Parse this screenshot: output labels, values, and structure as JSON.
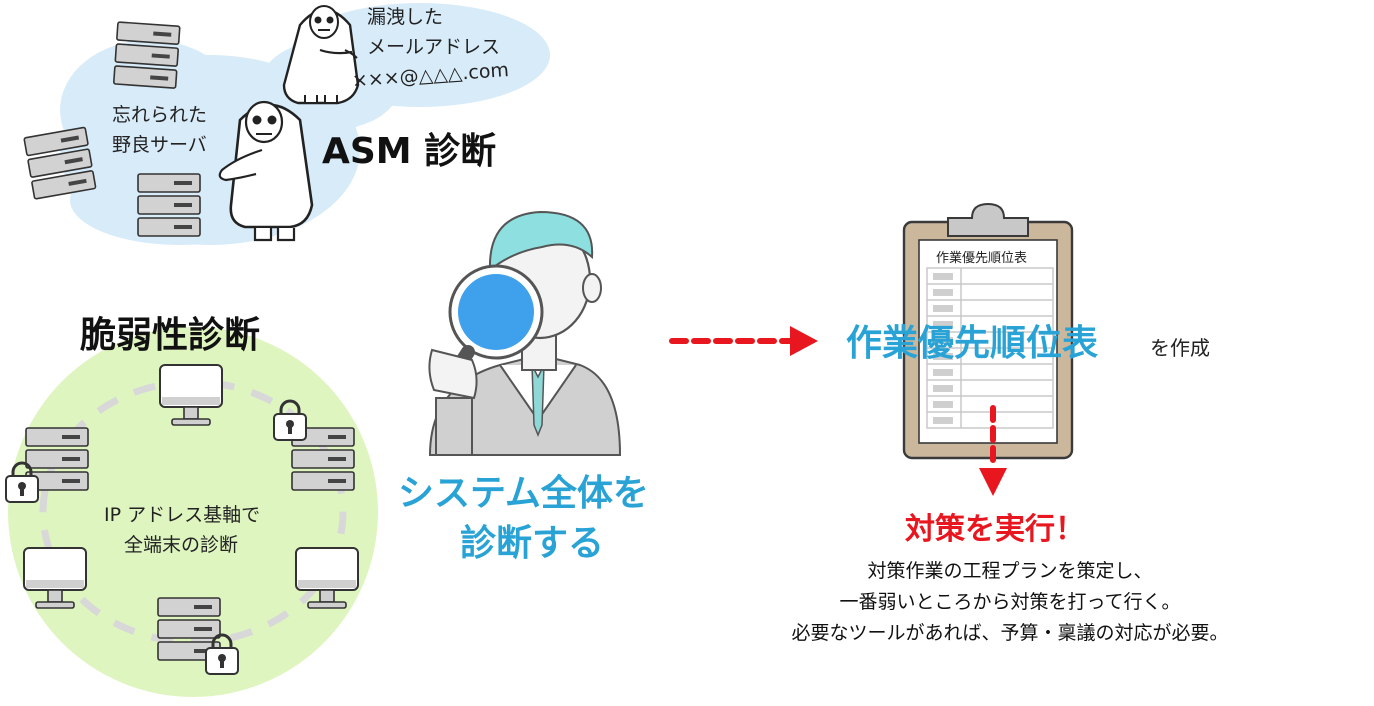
{
  "asm": {
    "title": "ASM 診断",
    "leak_label_line1": "漏洩した",
    "leak_label_line2": "メールアドレス",
    "leak_email": "×××@△△△.com",
    "stray_label_line1": "忘れられた",
    "stray_label_line2": "野良サーバ"
  },
  "vuln": {
    "title": "脆弱性診断",
    "center_line1": "IP アドレス基軸で",
    "center_line2": "全端末の診断"
  },
  "center": {
    "caption_line1": "システム全体を",
    "caption_line2": "診断する"
  },
  "priority": {
    "clipboard_title": "作業優先順位表",
    "headline": "作業優先順位表",
    "suffix": "を作成"
  },
  "action": {
    "headline": "対策を実行！",
    "desc_line1": "対策作業の工程プランを策定し、",
    "desc_line2": "一番弱いところから対策を打って行く。",
    "desc_line3": "必要なツールがあれば、予算・稟議の対応が必要。"
  },
  "colors": {
    "accent_red": "#e8161f",
    "accent_blue": "#29a3d6",
    "cloud_blue": "#d8ebf9",
    "circle_green": "#dff5c0"
  }
}
